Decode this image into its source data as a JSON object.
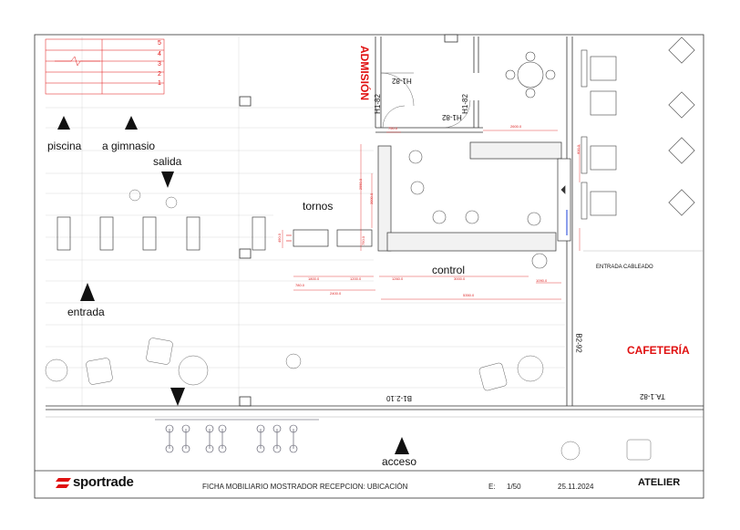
{
  "labels": {
    "piscina": "piscina",
    "gimnasio": "a gimnasio",
    "salida": "salida",
    "tornos": "tornos",
    "control": "control",
    "entrada": "entrada",
    "acceso": "acceso",
    "admision": "ADMISIÓN",
    "cafeteria": "CAFETERÍA",
    "entrada_cableado": "ENTRADA CABLEADO"
  },
  "codes": {
    "h1_82_a": "H1-82",
    "h1_82_b": "H1-82",
    "h1_82_c": "H1-82",
    "h1_82_d": "H1-82",
    "b2_92": "B2-92",
    "b1_2_10": "B1-2.10",
    "ta_1_82": "TA.1-82"
  },
  "stairs": [
    "5",
    "4",
    "3",
    "2",
    "1"
  ],
  "dimensions": {
    "d750": "750.0",
    "d2600": "2600.0",
    "d2950": "2950.0",
    "d3000v": "3000.0",
    "d750v": "750.0",
    "d490": "490.0",
    "d1800": "1800.0",
    "d1200": "1200.0",
    "d1260": "1260.0",
    "d3000": "3000.0",
    "d1090": "1090.0",
    "d780": "780.0",
    "d2400": "2400.0",
    "d5350": "5350.0",
    "d600": "600.0"
  },
  "title_block": {
    "brand": "sportrade",
    "sheet_title": "FICHA MOBILIARIO MOSTRADOR RECEPCION: UBICACIÓN",
    "scale_label": "E:",
    "scale_value": "1/50",
    "date": "25.11.2024",
    "studio": "ATELIER"
  },
  "colors": {
    "accent_red": "#e01010",
    "line": "#444444",
    "light_line": "#bbbbbb"
  }
}
